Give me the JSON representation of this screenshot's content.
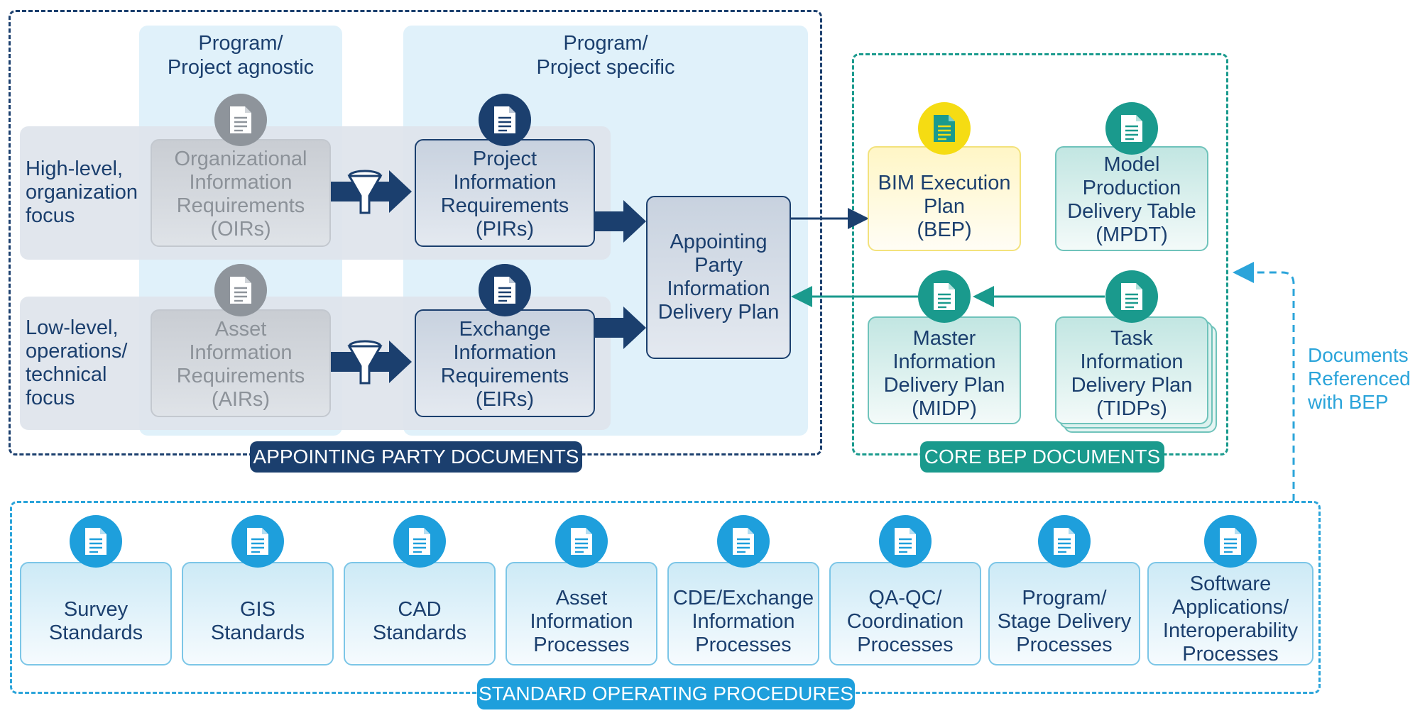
{
  "columns": {
    "agnostic": "Program/\nProject agnostic",
    "specific": "Program/\nProject specific"
  },
  "rows": {
    "high": "High-level,\norganization\nfocus",
    "low": "Low-level,\noperations/\ntechnical\nfocus"
  },
  "documents": {
    "oir": "Organizational\nInformation\nRequirements\n(OIRs)",
    "pir": "Project\nInformation\nRequirements\n(PIRs)",
    "air": "Asset\nInformation\nRequirements\n(AIRs)",
    "eir": "Exchange\nInformation\nRequirements\n(EIRs)",
    "apidp": "Appointing\nParty\nInformation\nDelivery Plan",
    "bep": "BIM Execution\nPlan\n(BEP)",
    "mpdt": "Model\nProduction\nDelivery Table\n(MPDT)",
    "midp": "Master\nInformation\nDelivery Plan\n(MIDP)",
    "tidp": "Task\nInformation\nDelivery Plan\n(TIDPs)"
  },
  "sections": {
    "appointing": "APPOINTING PARTY DOCUMENTS",
    "core": "CORE BEP DOCUMENTS",
    "sop": "STANDARD OPERATING PROCEDURES"
  },
  "side_label": "Documents\nReferenced\nwith BEP",
  "sop_items": [
    {
      "label": "Survey\nStandards"
    },
    {
      "label": "GIS\nStandards"
    },
    {
      "label": "CAD\nStandards"
    },
    {
      "label": "Asset\nInformation\nProcesses"
    },
    {
      "label": "CDE/Exchange\nInformation\nProcesses"
    },
    {
      "label": "QA-QC/\nCoordination\nProcesses"
    },
    {
      "label": "Program/\nStage Delivery\nProcesses"
    },
    {
      "label": "Software\nApplications/\nInteroperability\nProcesses"
    }
  ],
  "icons": {
    "doc": "document-icon",
    "filter": "funnel-icon",
    "arrow": "arrow-right-icon"
  },
  "colors": {
    "navy": "#1b3f6e",
    "teal": "#1a9a8d",
    "blue": "#1e9fdc",
    "yellow": "#f5dc13",
    "grey": "#8e949b"
  }
}
